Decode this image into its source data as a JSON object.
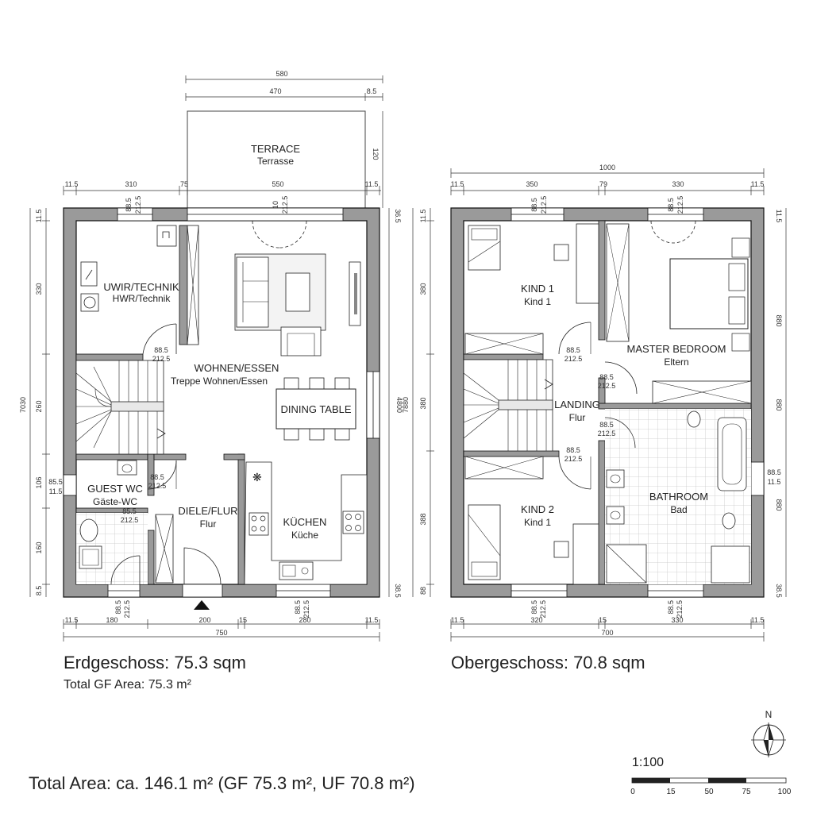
{
  "rooms": {
    "terrace_en": "TERRACE",
    "terrace_de": "Terrasse",
    "utility_en": "UWIR/TECHNIK",
    "utility_de": "HWR/Technik",
    "living_en": "WOHNEN/ESSEN",
    "living_de": "Treppe  Wohnen/Essen",
    "dining": "DINING TABLE",
    "guestwc_en": "GUEST WC",
    "guestwc_de": "Gäste-WC",
    "hall_en": "DIELE/FLUR",
    "hall_de": "Flur",
    "kitchen_en": "KÜCHEN",
    "kitchen_de": "Küche",
    "kind1_en": "KIND 1",
    "kind1_de": "Kind 1",
    "master_en": "MASTER BEDROOM",
    "master_de": "Eltern",
    "landing_en": "LANDING",
    "landing_de": "Flur",
    "bath_en": "BATHROOM",
    "bath_de": "Bad",
    "kind2_en": "KIND 2",
    "kind2_de": "Kind 1"
  },
  "dims": {
    "gf_top_total": "580",
    "gf_top_sub": "470",
    "gf_top_right": "8.5",
    "terrace_depth": "120",
    "gf_t1": "11.5",
    "gf_t2": "310",
    "gf_t3": "75",
    "gf_t4": "550",
    "gf_t5": "11.5",
    "gf_win_a": "88.5",
    "gf_win_a2": "212.5",
    "gf_door_a": "10",
    "gf_door_a2": "212.5",
    "gf_l1": "11.5",
    "gf_l2": "330",
    "gf_l3": "260",
    "gf_l4": "106",
    "gf_l5": "160",
    "gf_l6": "8.5",
    "gf_left_total": "7030",
    "gf_right_total": "4800",
    "gf_r1": "36.5",
    "gf_r2": "38.5",
    "gf_wc_open1": "85.5",
    "gf_wc_open2": "11.5",
    "gf_door_util1": "88.5",
    "gf_door_util2": "212.5",
    "gf_door_wc1": "88.5",
    "gf_door_wc2": "212.5",
    "gf_door_hall1": "85.5",
    "gf_door_hall2": "212.5",
    "gf_b1": "11.5",
    "gf_b2": "180",
    "gf_b3": "200",
    "gf_b4": "15",
    "gf_b5": "280",
    "gf_b6": "11.5",
    "gf_b_total": "750",
    "gf_bwin1": "88.5",
    "gf_bwin1b": "212.5",
    "gf_bwin2": "88.5",
    "gf_bwin2b": "212.5",
    "uf_top_total": "1000",
    "uf_t1": "11.5",
    "uf_t2": "350",
    "uf_t3": "79",
    "uf_t4": "330",
    "uf_t5": "11.5",
    "uf_win1": "88.5",
    "uf_win1b": "212.5",
    "uf_win2": "88.5",
    "uf_win2b": "212.5",
    "uf_l1": "11.5",
    "uf_l2": "380",
    "uf_l3": "380",
    "uf_l4": "388",
    "uf_l5": "88",
    "uf_left_total": "7880",
    "uf_r1": "11.5",
    "uf_r2": "880",
    "uf_r3": "880",
    "uf_r4": "88.5",
    "uf_r5": "11.5",
    "uf_r6": "880",
    "uf_r7": "38.5",
    "uf_d1a": "88.5",
    "uf_d1b": "212.5",
    "uf_d2a": "88.5",
    "uf_d2b": "212.5",
    "uf_d3a": "88.5",
    "uf_d3b": "212.5",
    "uf_d4a": "88.5",
    "uf_d4b": "212.5",
    "uf_b1": "11.5",
    "uf_b2": "320",
    "uf_b3": "15",
    "uf_b4": "330",
    "uf_b5": "11.5",
    "uf_b_total": "700",
    "uf_bwin1": "88.5",
    "uf_bwin1b": "212.5",
    "uf_bwin2": "88.5",
    "uf_bwin2b": "212.5"
  },
  "captions": {
    "gf_title": "Erdgeschoss: 75.3 sqm",
    "gf_sub": "Total GF Area: 75.3 m²",
    "uf_title": "Obergeschoss: 70.8 sqm",
    "total": "Total Area: ca. 146.1 m² (GF 75.3 m², UF 70.8 m²)"
  },
  "north": "N",
  "scale": {
    "label": "1:100",
    "ticks": [
      "0",
      "15",
      "50",
      "75",
      "100"
    ]
  }
}
